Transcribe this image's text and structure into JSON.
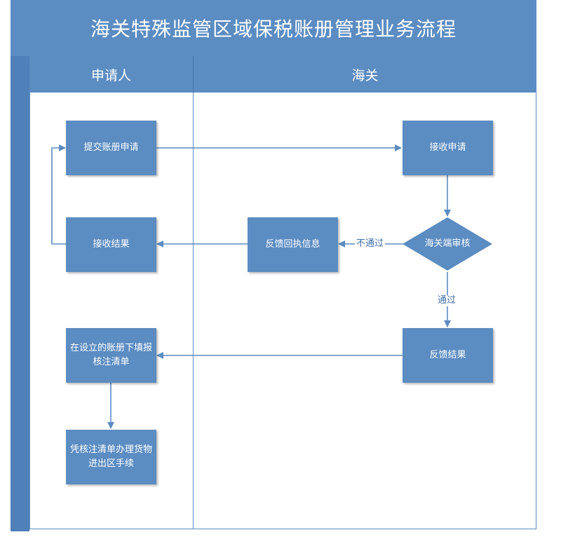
{
  "title": "海关特殊监管区域保税账册管理业务流程",
  "lanes": {
    "applicant": "申请人",
    "customs": "海关"
  },
  "nodes": {
    "submit": "提交账册申请",
    "receive_result": "接收结果",
    "fill_form": "在设立的账册下填报核注清单",
    "goods_procedure": "凭核注清单办理货物进出区手续",
    "receive_application": "接收申请",
    "customs_review": "海关端审核",
    "feedback_receipt": "反馈回执信息",
    "feedback_result": "反馈结果"
  },
  "edge_labels": {
    "fail": "不通过",
    "pass": "通过"
  },
  "colors": {
    "header": "#5b8cc2",
    "node": "#5b8cc2",
    "line": "#5b8cc2"
  }
}
